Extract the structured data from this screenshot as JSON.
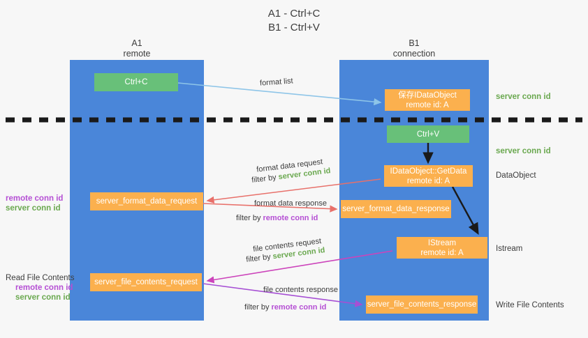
{
  "title": {
    "line1": "A1 - Ctrl+C",
    "line2": "B1 - Ctrl+V"
  },
  "lanes": [
    {
      "id": "a1",
      "name": "A1",
      "role": "remote"
    },
    {
      "id": "b1",
      "name": "B1",
      "role": "connection"
    }
  ],
  "boxes": {
    "ctrl_c": {
      "label": "Ctrl+C",
      "color": "#68c079"
    },
    "save_idataobject": {
      "line1": "保存IDataObject",
      "line2": "remote id: A",
      "color": "#fbb04e"
    },
    "ctrl_v": {
      "label": "Ctrl+V",
      "color": "#68c079"
    },
    "getdata": {
      "line1": "IDataObject::GetData",
      "line2": "remote id: A",
      "color": "#fbb04e"
    },
    "server_format_data_request": {
      "label": "server_format_data_request",
      "color": "#fbb04e"
    },
    "server_format_data_response": {
      "label": "server_format_data_response",
      "color": "#fbb04e"
    },
    "istream": {
      "line1": "IStream",
      "line2": "remote id: A",
      "color": "#fbb04e"
    },
    "server_file_contents_request": {
      "label": "server_file_contents_request",
      "color": "#fbb04e"
    },
    "server_file_contents_response": {
      "label": "server_file_contents_response",
      "color": "#fbb04e"
    }
  },
  "right_labels": {
    "server_conn_id_top": "server conn id",
    "server_conn_id_mid": "server conn id",
    "dataobject": "DataObject",
    "istream": "Istream",
    "write_file_contents": "Write File Contents"
  },
  "left_labels": {
    "group1_remote": "remote conn id",
    "group1_server": "server conn id",
    "read_file_contents": "Read File Contents",
    "group2_remote": "remote conn id",
    "group2_server": "server conn id"
  },
  "annotations": {
    "format_list": "format list",
    "format_data_request": "format data request",
    "format_data_request_filter_prefix": "filter by ",
    "format_data_request_filter_value": "server conn id",
    "format_data_response": "format data response",
    "format_data_response_filter_prefix": "filter by ",
    "format_data_response_filter_value": "remote conn id",
    "file_contents_request": "file contents request",
    "file_contents_request_filter_prefix": "filter by ",
    "file_contents_request_filter_value": "server conn id",
    "file_contents_response": "file contents response",
    "file_contents_response_filter_prefix": "filter by ",
    "file_contents_response_filter_value": "remote conn id"
  },
  "colors": {
    "lane": "#4a86d9",
    "green_box": "#68c079",
    "orange_box": "#fbb04e",
    "green_text": "#6aa84f",
    "purple_text": "#b54fd4",
    "arrow_blue": "#8ec5e8",
    "arrow_red": "#e8706a",
    "arrow_magenta": "#cc44bb",
    "arrow_purple": "#a64fd4",
    "arrow_black": "#1a1a1a",
    "divider": "#1a1a1a",
    "background": "#f7f7f7"
  }
}
